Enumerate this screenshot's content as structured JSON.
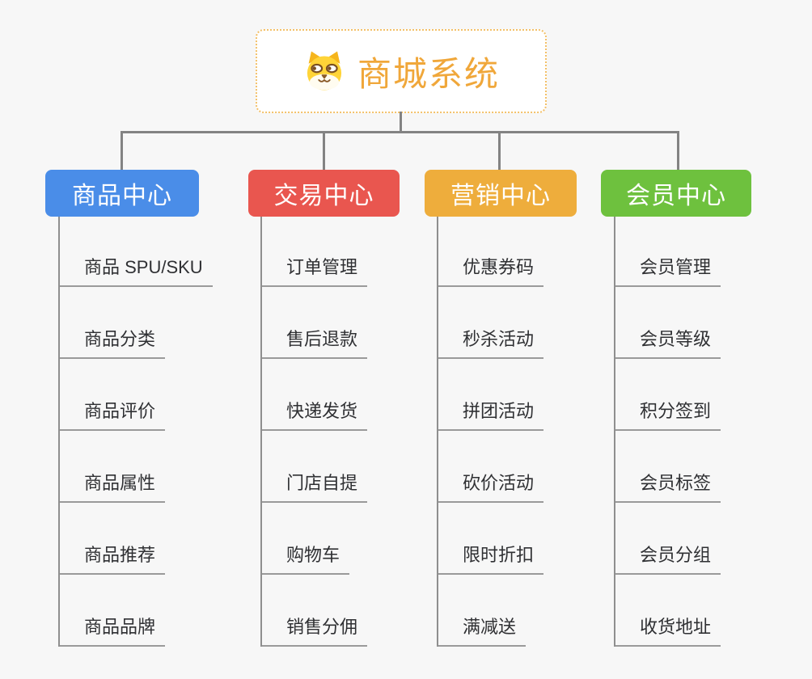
{
  "canvas": {
    "background": "#f7f7f7",
    "connector_color": "#838383",
    "underline_color": "#9a9a9a"
  },
  "root": {
    "label": "商城系统",
    "icon": "dog-face-icon",
    "text_color": "#f0a73a",
    "border_color": "#f3c068",
    "background": "#ffffff"
  },
  "branches": [
    {
      "id": "product",
      "label": "商品中心",
      "color": "#4a8de8",
      "children": [
        "商品 SPU/SKU",
        "商品分类",
        "商品评价",
        "商品属性",
        "商品推荐",
        "商品品牌"
      ]
    },
    {
      "id": "trade",
      "label": "交易中心",
      "color": "#e9564f",
      "children": [
        "订单管理",
        "售后退款",
        "快递发货",
        "门店自提",
        "购物车",
        "销售分佣"
      ]
    },
    {
      "id": "marketing",
      "label": "营销中心",
      "color": "#eead3c",
      "children": [
        "优惠券码",
        "秒杀活动",
        "拼团活动",
        "砍价活动",
        "限时折扣",
        "满减送"
      ]
    },
    {
      "id": "member",
      "label": "会员中心",
      "color": "#6ec13e",
      "children": [
        "会员管理",
        "会员等级",
        "积分签到",
        "会员标签",
        "会员分组",
        "收货地址"
      ]
    }
  ]
}
